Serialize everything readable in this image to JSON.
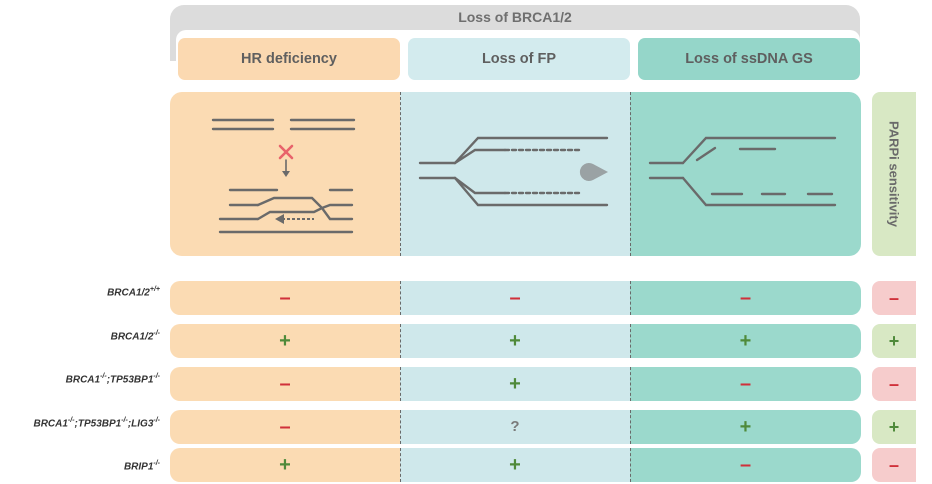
{
  "banner": {
    "title": "Loss of BRCA1/2"
  },
  "columns": [
    {
      "label": "HR deficiency",
      "color": "#fbd9b1",
      "panel_color": "#fbdbb3"
    },
    {
      "label": "Loss of FP",
      "color": "#d3ebee",
      "panel_color": "#cfe8eb"
    },
    {
      "label": "Loss of ssDNA GS",
      "color": "#95d6c9",
      "panel_color": "#9bd9cc"
    }
  ],
  "side_header": {
    "label": "PARPi sensitivity",
    "color": "#d8e8c4"
  },
  "rows": [
    {
      "gene1": "BRCA1/2",
      "sup1": "+/+",
      "gene2": "",
      "sup2": "",
      "gene3": "",
      "sup3": "",
      "hr": "–",
      "fp": "–",
      "gs": "–",
      "parp": "–"
    },
    {
      "gene1": "BRCA1/2",
      "sup1": "-/-",
      "gene2": "",
      "sup2": "",
      "gene3": "",
      "sup3": "",
      "hr": "+",
      "fp": "+",
      "gs": "+",
      "parp": "+"
    },
    {
      "gene1": "BRCA1",
      "sup1": "-/-",
      "gene2": ";TP53BP1",
      "sup2": "-/-",
      "gene3": "",
      "sup3": "",
      "hr": "–",
      "fp": "+",
      "gs": "–",
      "parp": "–"
    },
    {
      "gene1": "BRCA1",
      "sup1": "-/-",
      "gene2": ";TP53BP1",
      "sup2": "-/-",
      "gene3": ";LIG3",
      "sup3": "-/-",
      "hr": "–",
      "fp": "?",
      "gs": "+",
      "parp": "+"
    },
    {
      "gene1": "BRIP1",
      "sup1": "-/-",
      "gene2": "",
      "sup2": "",
      "gene3": "",
      "sup3": "",
      "hr": "+",
      "fp": "+",
      "gs": "–",
      "parp": "–"
    }
  ],
  "colors": {
    "minus": "#d0303a",
    "plus": "#4f8a3a",
    "line": "#6a6a6a",
    "cross": "#e8636b",
    "parp_pos": "#d8e8c4",
    "parp_neg": "#f6cccc"
  }
}
